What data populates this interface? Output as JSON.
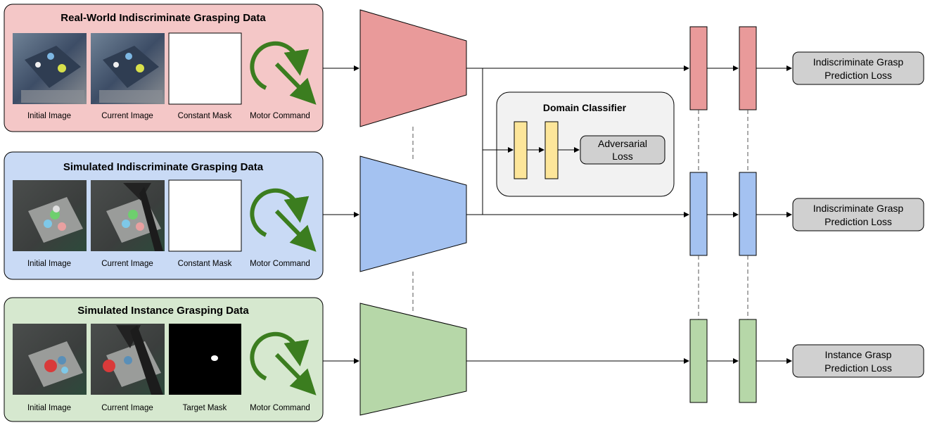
{
  "colors": {
    "real_panel_bg": "#f4c7c7",
    "sim_panel_bg": "#c9daf5",
    "inst_panel_bg": "#d6e8cf",
    "real_net": "#e99a9a",
    "sim_net": "#a4c2f1",
    "inst_net": "#b6d7a8",
    "dc_layer": "#fde69a",
    "loss_box": "#d0d0d0",
    "motor_arrow": "#3b7d1f",
    "dc_bg": "#f2f2f2"
  },
  "panels": [
    {
      "title": "Real-World Indiscriminate Grasping Data",
      "captions": [
        "Initial Image",
        "Current Image",
        "Constant Mask",
        "Motor Command"
      ],
      "mask": "white",
      "loss": [
        "Indiscriminate Grasp",
        "Prediction Loss"
      ]
    },
    {
      "title": "Simulated Indiscriminate Grasping Data",
      "captions": [
        "Initial Image",
        "Current Image",
        "Constant Mask",
        "Motor Command"
      ],
      "mask": "white",
      "loss": [
        "Indiscriminate Grasp",
        "Prediction Loss"
      ]
    },
    {
      "title": "Simulated Instance Grasping Data",
      "captions": [
        "Initial Image",
        "Current Image",
        "Target Mask",
        "Motor Command"
      ],
      "mask": "target",
      "loss": [
        "Instance Grasp",
        "Prediction Loss"
      ]
    }
  ],
  "domain_classifier": {
    "title": "Domain Classifier",
    "loss": [
      "Adversarial",
      "Loss"
    ]
  }
}
